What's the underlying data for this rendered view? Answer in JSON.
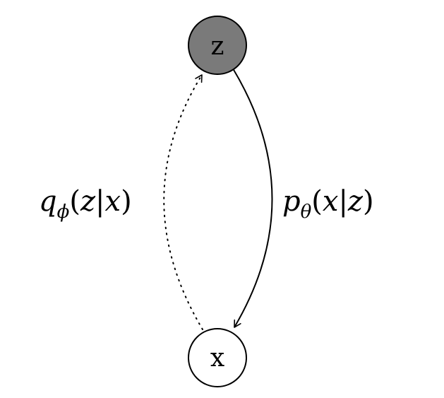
{
  "diagram": {
    "nodes": [
      {
        "id": "z",
        "label": "z",
        "fill": "#7a7a7a",
        "observed": false
      },
      {
        "id": "x",
        "label": "x",
        "fill": "#ffffff",
        "observed": true
      }
    ],
    "edges": [
      {
        "id": "generative",
        "from": "z",
        "to": "x",
        "style": "solid",
        "label": {
          "symbol": "p",
          "subscript": "θ",
          "open": "(",
          "arg1": "x",
          "bar": "|",
          "arg2": "z",
          "close": ")"
        }
      },
      {
        "id": "inference",
        "from": "x",
        "to": "z",
        "style": "dotted",
        "label": {
          "symbol": "q",
          "subscript": "ϕ",
          "open": "(",
          "arg1": "z",
          "bar": "|",
          "arg2": "x",
          "close": ")"
        }
      }
    ],
    "colors": {
      "latent_fill": "#7a7a7a",
      "observed_fill": "#ffffff",
      "stroke": "#000000"
    }
  }
}
